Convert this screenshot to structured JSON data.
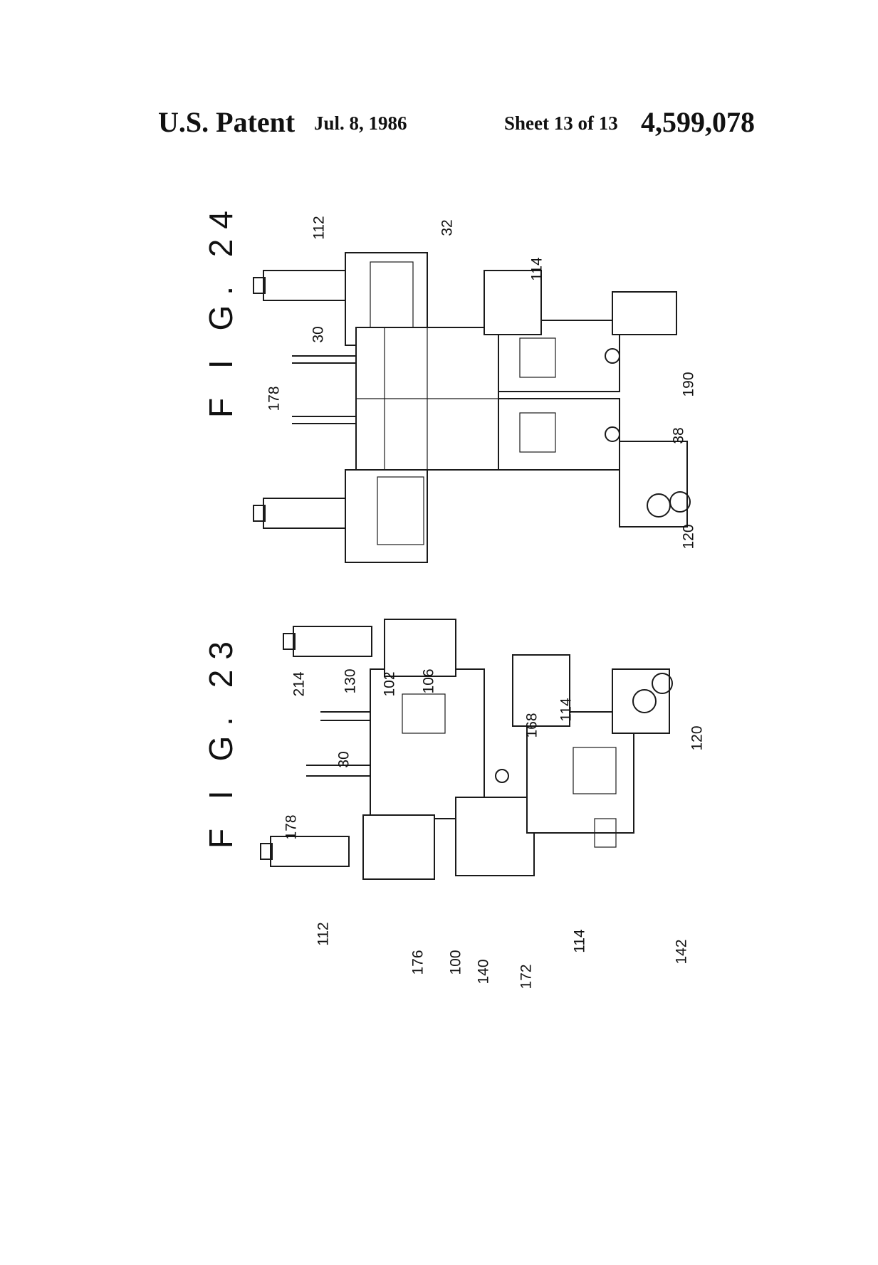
{
  "header": {
    "left_title": "U.S. Patent",
    "date": "Jul. 8, 1986",
    "sheet": "Sheet 13 of 13",
    "patent_number": "4,599,078"
  },
  "figures": [
    {
      "label": "F I G. 24",
      "refs": [
        "112",
        "32",
        "114",
        "30",
        "178",
        "190",
        "38",
        "120"
      ]
    },
    {
      "label": "F I G. 23",
      "refs": [
        "214",
        "130",
        "102",
        "106",
        "168",
        "114",
        "120",
        "30",
        "178",
        "112",
        "176",
        "100",
        "140",
        "172",
        "114",
        "142"
      ]
    }
  ]
}
